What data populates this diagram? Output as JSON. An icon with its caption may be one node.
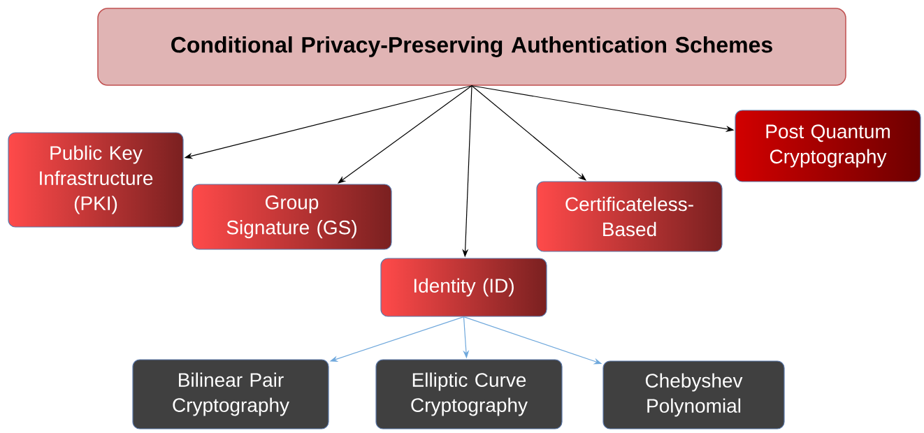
{
  "diagram": {
    "nodes": [
      {
        "text": [
          "Conditional Privacy-Preserving Authentication Schemes"
        ]
      },
      {
        "text": [
          "Public Key Infrastructure (PKI)"
        ]
      },
      {
        "text": [
          "Group Signature (GS)"
        ]
      },
      {
        "text": [
          "Certificateless-Based"
        ]
      },
      {
        "text": [
          "Post Quantum Cryptography"
        ]
      },
      {
        "text": [
          "Identity (ID)"
        ]
      },
      {
        "text": [
          "Bilinear Pair Cryptography"
        ]
      },
      {
        "text": [
          "Elliptic Curve Cryptography"
        ]
      },
      {
        "text": [
          "Chebyshev Polynomial"
        ]
      }
    ],
    "edges": [
      {
        "from": 0,
        "to": 1,
        "arrow": "to"
      },
      {
        "from": 0,
        "to": 2,
        "arrow": "to"
      },
      {
        "from": 0,
        "to": 5,
        "arrow": "to"
      },
      {
        "from": 0,
        "to": 3,
        "arrow": "to"
      },
      {
        "from": 0,
        "to": 4,
        "arrow": "to"
      },
      {
        "from": 5,
        "to": 6,
        "arrow": "to",
        "color": "#6fa8dc"
      },
      {
        "from": 5,
        "to": 7,
        "arrow": "to",
        "color": "#6fa8dc"
      },
      {
        "from": 5,
        "to": 8,
        "arrow": "to",
        "color": "#6fa8dc"
      }
    ]
  }
}
